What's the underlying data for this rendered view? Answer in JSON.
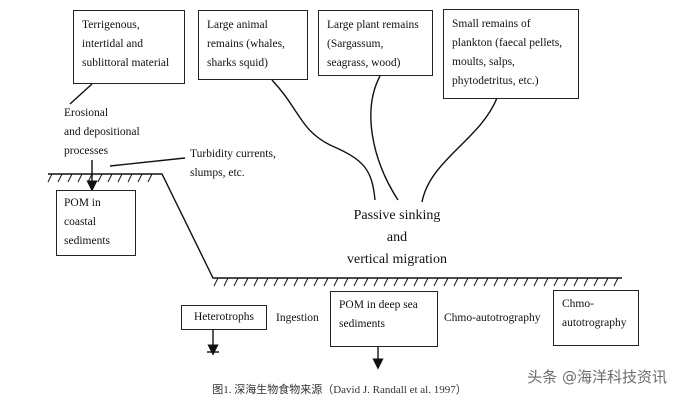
{
  "boxes": {
    "terrigenous": "Terrigenous,\nintertidal and\nsublittoral material",
    "large_animal": "Large animal\nremains (whales,\nsharks squid)",
    "large_plant": "Large plant remains\n(Sargassum,\nseagrass, wood)",
    "small_remains": "Small remains of\nplankton (faecal pellets,\nmoults, salps,\nphytodetritus, etc.)",
    "pom_coastal": "POM in\ncoastal\nsediments",
    "heterotrophs": "Heterotrophs",
    "pom_deep_sea": "POM in deep sea\nsediments",
    "chemo_box": "Chmo-\nautotrography"
  },
  "labels": {
    "erosional": "Erosional\nand depositional\nprocesses",
    "turbidity": "Turbidity currents,\nslumps, etc.",
    "passive": "Passive sinking\nand\nvertical migration",
    "ingestion": "Ingestion",
    "chemo_inline": "Chmo-autotrography"
  },
  "caption": "图1. 深海生物食物来源（David J. Randall et al. 1997）",
  "watermark": "头条 @海洋科技资讯"
}
